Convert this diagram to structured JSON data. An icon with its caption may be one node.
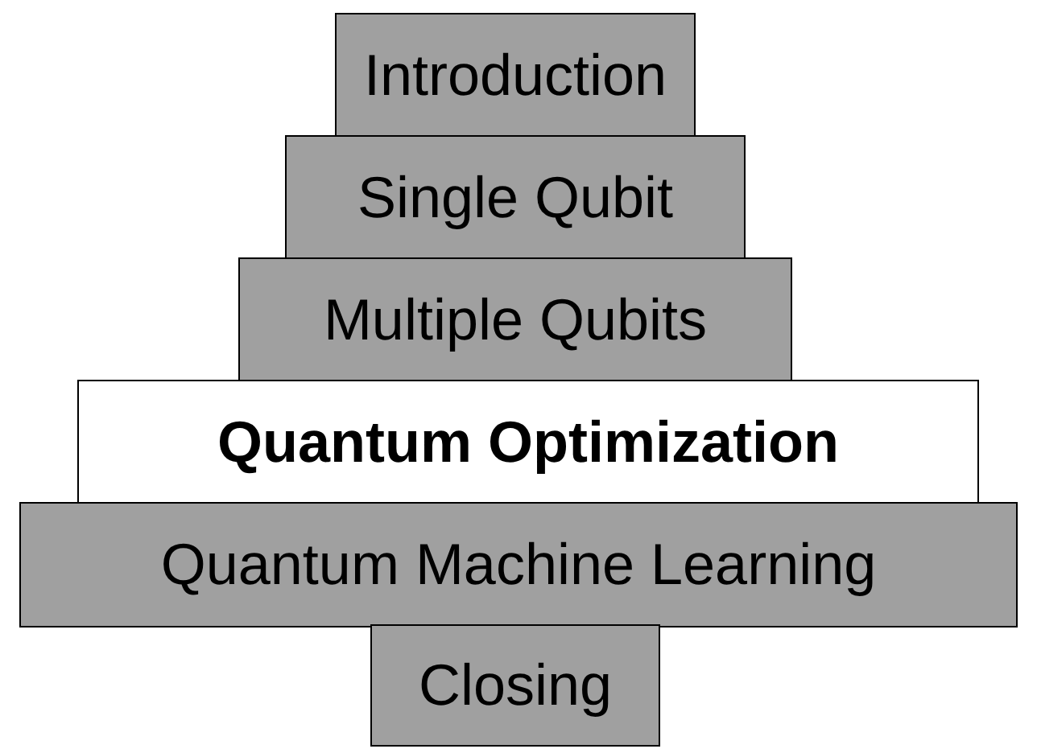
{
  "diagram": {
    "nodes": [
      {
        "text": [
          "Introduction"
        ]
      },
      {
        "text": [
          "Single Qubit"
        ]
      },
      {
        "text": [
          "Multiple Qubits"
        ]
      },
      {
        "text": [
          "Quantum Optimization"
        ]
      },
      {
        "text": [
          "Quantum Machine Learning"
        ]
      },
      {
        "text": [
          "Closing"
        ]
      }
    ]
  }
}
